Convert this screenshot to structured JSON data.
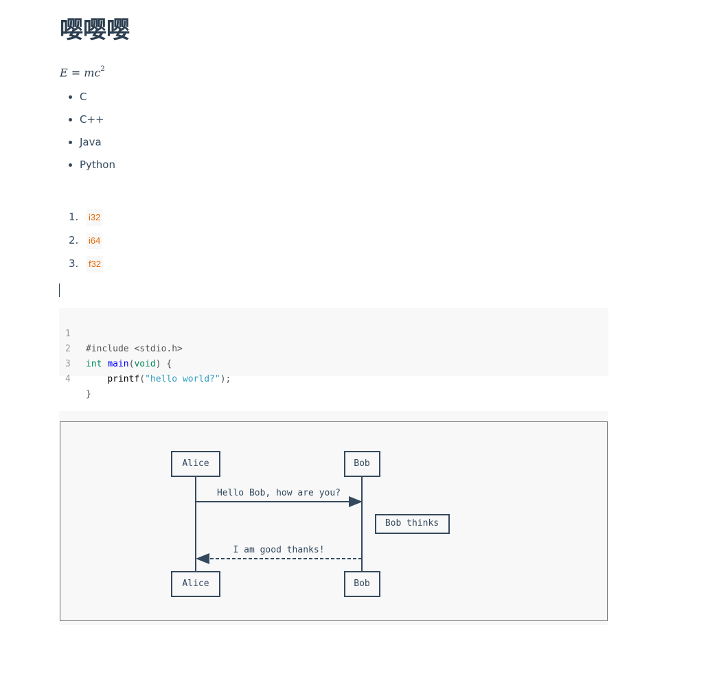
{
  "heading": "嘤嘤嘤",
  "math": {
    "lhs": "E",
    "eq": "=",
    "rhs_base": "mc",
    "rhs_exp": "2"
  },
  "bullet_list": [
    "C",
    "C++",
    "Java",
    "Python"
  ],
  "numbered_list": [
    {
      "number": "1.",
      "code": "i32"
    },
    {
      "number": "2.",
      "code": "i64"
    },
    {
      "number": "3.",
      "code": "f32"
    }
  ],
  "code_block": {
    "line_numbers": [
      "1",
      "2",
      "3",
      "4"
    ],
    "line1": "#include <stdio.h>",
    "line2_kw": "int",
    "line2_fn": "main",
    "line2_paren_open": "(",
    "line2_arg": "void",
    "line2_rest": ") {",
    "line3_indent": "    ",
    "line3_fn": "printf",
    "line3_open": "(",
    "line3_str": "\"hello world?\"",
    "line3_close": ");",
    "line4": "}"
  },
  "sequence_diagram": {
    "participants": [
      "Alice",
      "Bob"
    ],
    "message_1": "Hello Bob, how are you?",
    "note": "Bob thinks",
    "message_2": "I am good thanks!"
  },
  "colors": {
    "text": "#34495e",
    "heading": "#2c3e50",
    "inline_code": "#e96900",
    "code_bg": "#f8f8f8",
    "keyword": "#008855",
    "function": "#0000ff",
    "string": "#2c9bbf"
  }
}
